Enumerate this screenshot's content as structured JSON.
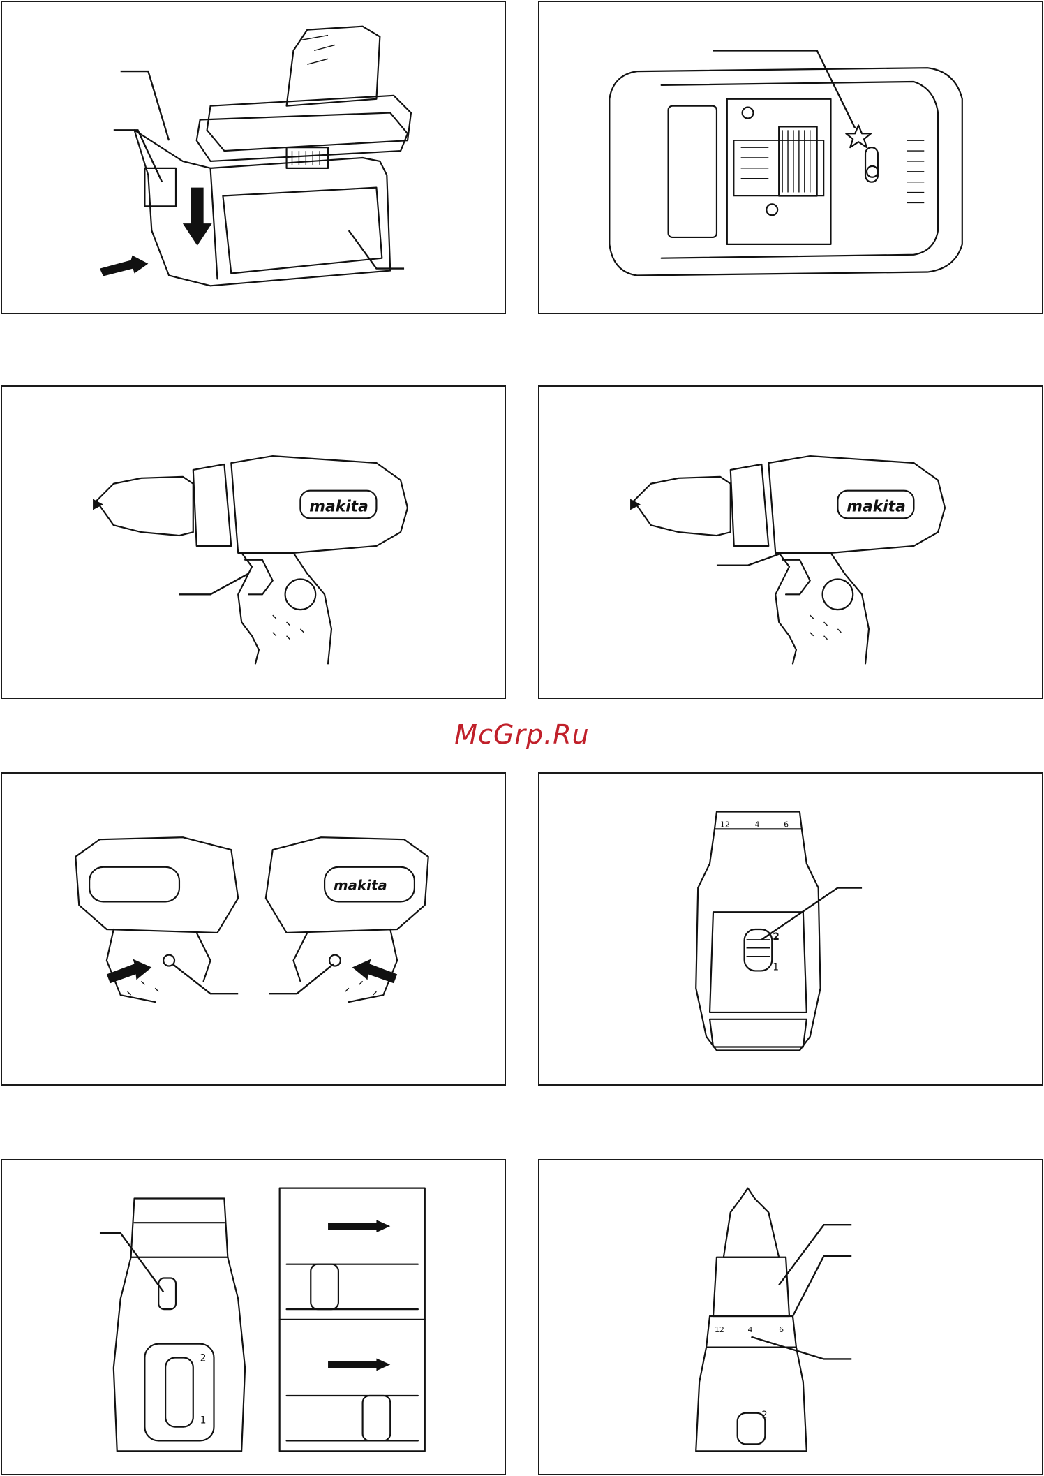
{
  "watermark": {
    "text": "McGrp.Ru",
    "color": "#c0202a"
  },
  "figures": [
    {
      "id": "fig-battery-insert",
      "description_icon": "battery-cartridge-drawing"
    },
    {
      "id": "fig-battery-bottom",
      "description_icon": "battery-terminal-drawing"
    },
    {
      "id": "fig-switch-trigger",
      "description_icon": "drill-side-view-drawing"
    },
    {
      "id": "fig-lamp",
      "description_icon": "drill-side-view-drawing"
    },
    {
      "id": "fig-reversing-lever",
      "description_icon": "drill-rear-views-drawing"
    },
    {
      "id": "fig-speed-change",
      "description_icon": "drill-top-view-drawing"
    },
    {
      "id": "fig-action-mode",
      "description_icon": "drill-top-view-drawing"
    },
    {
      "id": "fig-torque-ring",
      "description_icon": "drill-chuck-top-drawing"
    }
  ],
  "labels": {
    "dial": {
      "d12": "12",
      "d4": "4",
      "d6": "6"
    },
    "speed": {
      "s1": "1",
      "s2": "2"
    },
    "brand": "makita"
  },
  "colors": {
    "line": "#111111",
    "frame": "#1a1a1a",
    "background": "#ffffff"
  }
}
